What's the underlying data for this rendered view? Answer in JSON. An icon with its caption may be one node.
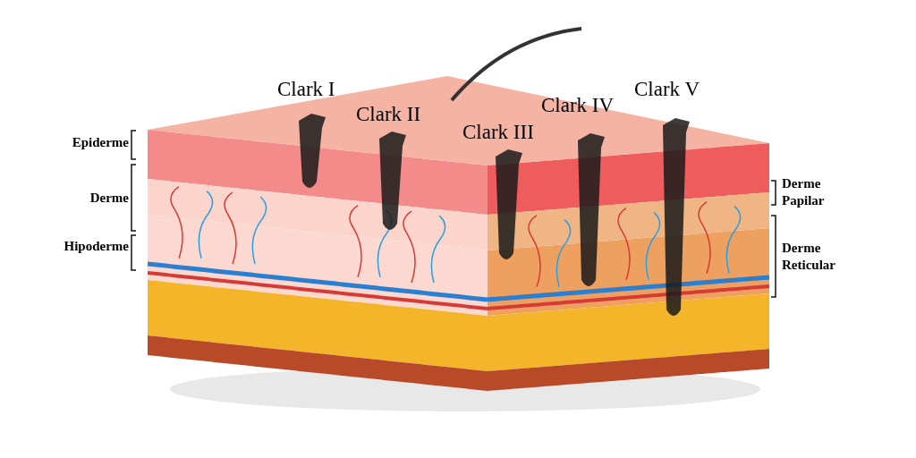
{
  "diagram": {
    "labels": [
      "Clark I",
      "Clark II",
      "Clark III",
      "Clark IV",
      "Clark V",
      "Epiderme",
      "Derme",
      "Hipoderme",
      "Derme Papilar",
      "Derme Reticular"
    ]
  }
}
